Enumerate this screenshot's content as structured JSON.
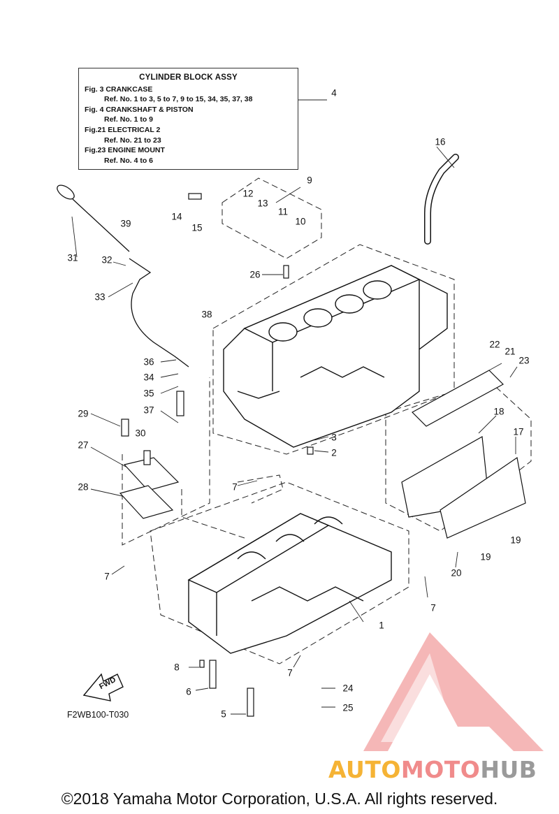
{
  "info_box": {
    "title": "CYLINDER BLOCK ASSY",
    "entries": [
      {
        "fig": "Fig.  3 CRANKCASE",
        "ref": "Ref. No. 1 to 3, 5 to 7, 9 to 15, 34, 35, 37, 38"
      },
      {
        "fig": "Fig.  4 CRANKSHAFT & PISTON",
        "ref": "Ref. No. 1 to 9"
      },
      {
        "fig": "Fig.21 ELECTRICAL 2",
        "ref": "Ref. No. 21 to 23"
      },
      {
        "fig": "Fig.23 ENGINE MOUNT",
        "ref": "Ref. No. 4 to 6"
      }
    ]
  },
  "callouts": [
    "4",
    "16",
    "9",
    "12",
    "13",
    "11",
    "10",
    "14",
    "15",
    "39",
    "31",
    "32",
    "33",
    "26",
    "38",
    "36",
    "34",
    "35",
    "37",
    "22",
    "21",
    "23",
    "29",
    "30",
    "27",
    "28",
    "3",
    "2",
    "18",
    "17",
    "7",
    "7",
    "19",
    "19",
    "20",
    "7",
    "1",
    "8",
    "7",
    "24",
    "6",
    "25",
    "5"
  ],
  "fwd_label": "FWD",
  "diagram_code": "F2WB100-T030",
  "watermark": {
    "part1": "AUTO",
    "part2": "MOTO",
    "part3": "HUB"
  },
  "copyright": "©2018 Yamaha Motor Corporation, U.S.A. All rights reserved."
}
